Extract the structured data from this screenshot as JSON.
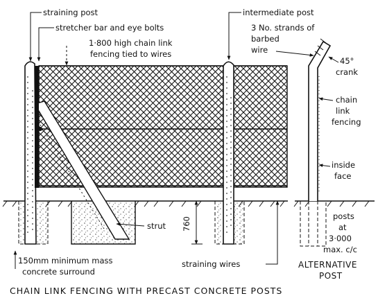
{
  "labels": {
    "straining_post": "straining post",
    "stretcher_bar": "stretcher bar and eye bolts",
    "fencing_line1": "1·800 high chain link",
    "fencing_line2": "fencing tied to wires",
    "intermediate_post": "intermediate post",
    "strands_line1": "3 No. strands of",
    "strands_line2": "barbed",
    "strands_line3": "wire",
    "crank_line1": "45°",
    "crank_line2": "crank",
    "chain_line1": "chain",
    "chain_line2": "link",
    "chain_line3": "fencing",
    "inside_line1": "inside",
    "inside_line2": "face",
    "strut": "strut",
    "dimension": "760",
    "concrete_line1": "150mm minimum mass",
    "concrete_line2": "concrete surround",
    "straining_wires": "straining wires",
    "posts_line1": "posts",
    "posts_line2": "at",
    "posts_line3": "3·000",
    "posts_line4": "max. c/c",
    "alternative_line1": "ALTERNATIVE",
    "alternative_line2": "POST",
    "caption": "CHAIN LINK FENCING WITH PRECAST CONCRETE POSTS"
  }
}
